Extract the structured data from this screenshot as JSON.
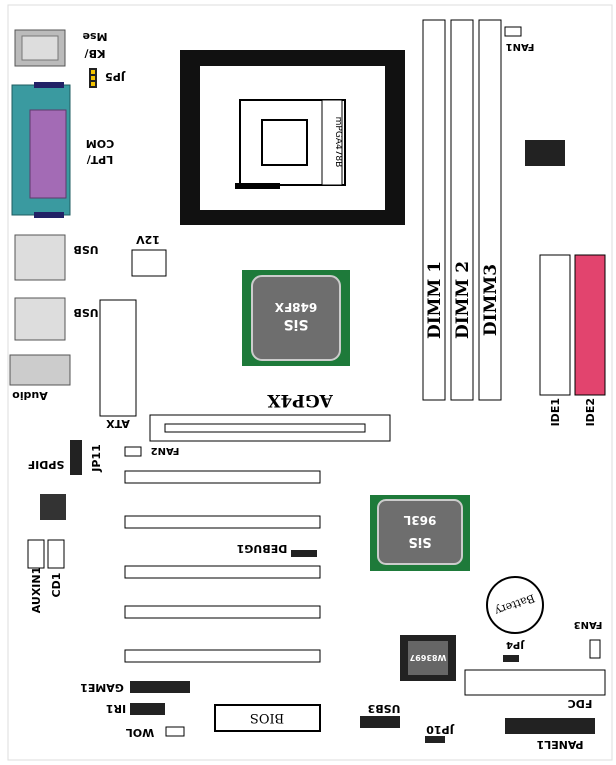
{
  "board": {
    "colors": {
      "chip_green": "#1e7a3a",
      "lpt_teal": "#3a9aa0",
      "lpt_purple": "#a36bb5",
      "ide2_pink": "#e2446e",
      "pin_yellow": "#f2c200",
      "chip_gray": "#6e6e6e"
    },
    "labels": {
      "kb": "KB/",
      "mse": "Mse",
      "jp5": "JP5",
      "lpt": "LPT/",
      "com": "COM",
      "usb1": "USB",
      "usb2": "USB",
      "audio": "Audio",
      "v12": "12V",
      "atx": "ATX",
      "cpu_socket": "mPGA478B",
      "nb_brand": "SiS",
      "nb_model": "648FX",
      "agp": "AGP4X",
      "dimm1": "DIMM 1",
      "dimm2": "DIMM 2",
      "dimm3": "DIMM3",
      "fan1": "FAN1",
      "ide1": "IDE1",
      "ide2": "IDE2",
      "fan2": "FAN2",
      "jp11": "JP11",
      "spdif": "SPDIF",
      "auxin1": "AUXIN1",
      "cd1": "CD1",
      "debug1": "DEBUG1",
      "sb_brand": "SiS",
      "sb_model": "963L",
      "battery": "Battery",
      "fan3": "FAN3",
      "jp4": "JP4",
      "sio": "W83697",
      "fdc": "FDC",
      "game1": "GAME1",
      "ir1": "IR1",
      "wol": "WOL",
      "bios": "BIOS",
      "usb3": "USB3",
      "jp10": "JP10",
      "panel1": "PANEL1"
    }
  }
}
